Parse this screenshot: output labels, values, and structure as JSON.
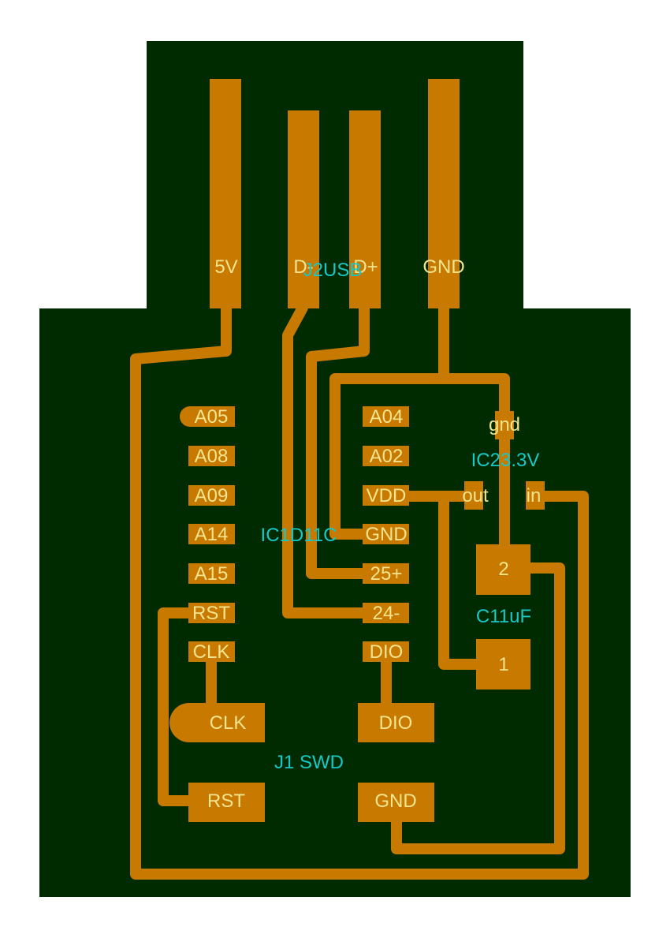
{
  "colors": {
    "board": "#002b00",
    "copper": "#c77900",
    "silkscreen": "#f3e58f",
    "refdes": "#16c8c8",
    "background": "#ffffff"
  },
  "usb_fingers": [
    "5V",
    "D-",
    "D+",
    "GND"
  ],
  "usb_ref": "J2USB",
  "ic1": {
    "ref": "IC1D11C",
    "left_pins": [
      "A05",
      "A08",
      "A09",
      "A14",
      "A15",
      "RST",
      "CLK"
    ],
    "right_pins": [
      "A04",
      "A02",
      "VDD",
      "GND",
      "25+",
      "24-",
      "DIO"
    ]
  },
  "ic2": {
    "ref": "IC23.3V",
    "pins": [
      "gnd",
      "out",
      "in"
    ]
  },
  "c1": {
    "ref": "C11uF",
    "pins": [
      "2",
      "1"
    ]
  },
  "j1": {
    "ref": "J1 SWD",
    "pins": [
      "CLK",
      "DIO",
      "RST",
      "GND"
    ]
  }
}
